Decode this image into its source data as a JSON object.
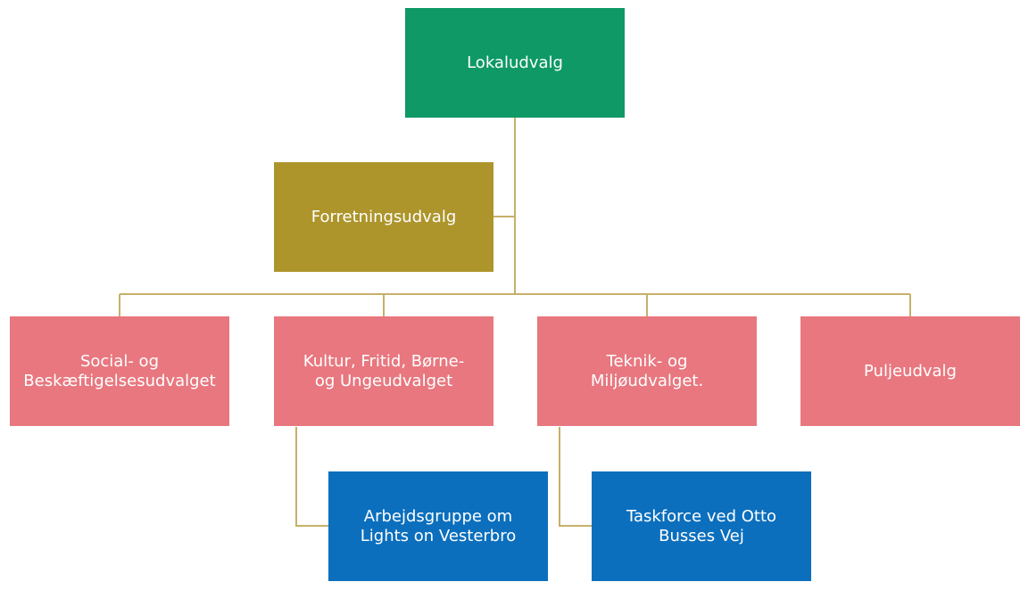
{
  "colors": {
    "top": "#0e9966",
    "executive": "#ad952c",
    "committee": "#e8777f",
    "workgroup": "#0b6fbd",
    "connector": "#c6b06a"
  },
  "nodes": {
    "lokaludvalg": "Lokaludvalg",
    "forretningsudvalg": "Forretningsudvalg",
    "social": "Social- og\nBeskæftigelsesudvalget",
    "kultur": "Kultur, Fritid, Børne-\nog Ungeudvalget",
    "teknik": "Teknik- og\nMiljøudvalget.",
    "pulje": "Puljeudvalg",
    "arbejdsgruppe": "Arbejdsgruppe om\nLights on Vesterbro",
    "taskforce": "Taskforce ved Otto\nBusses Vej"
  }
}
